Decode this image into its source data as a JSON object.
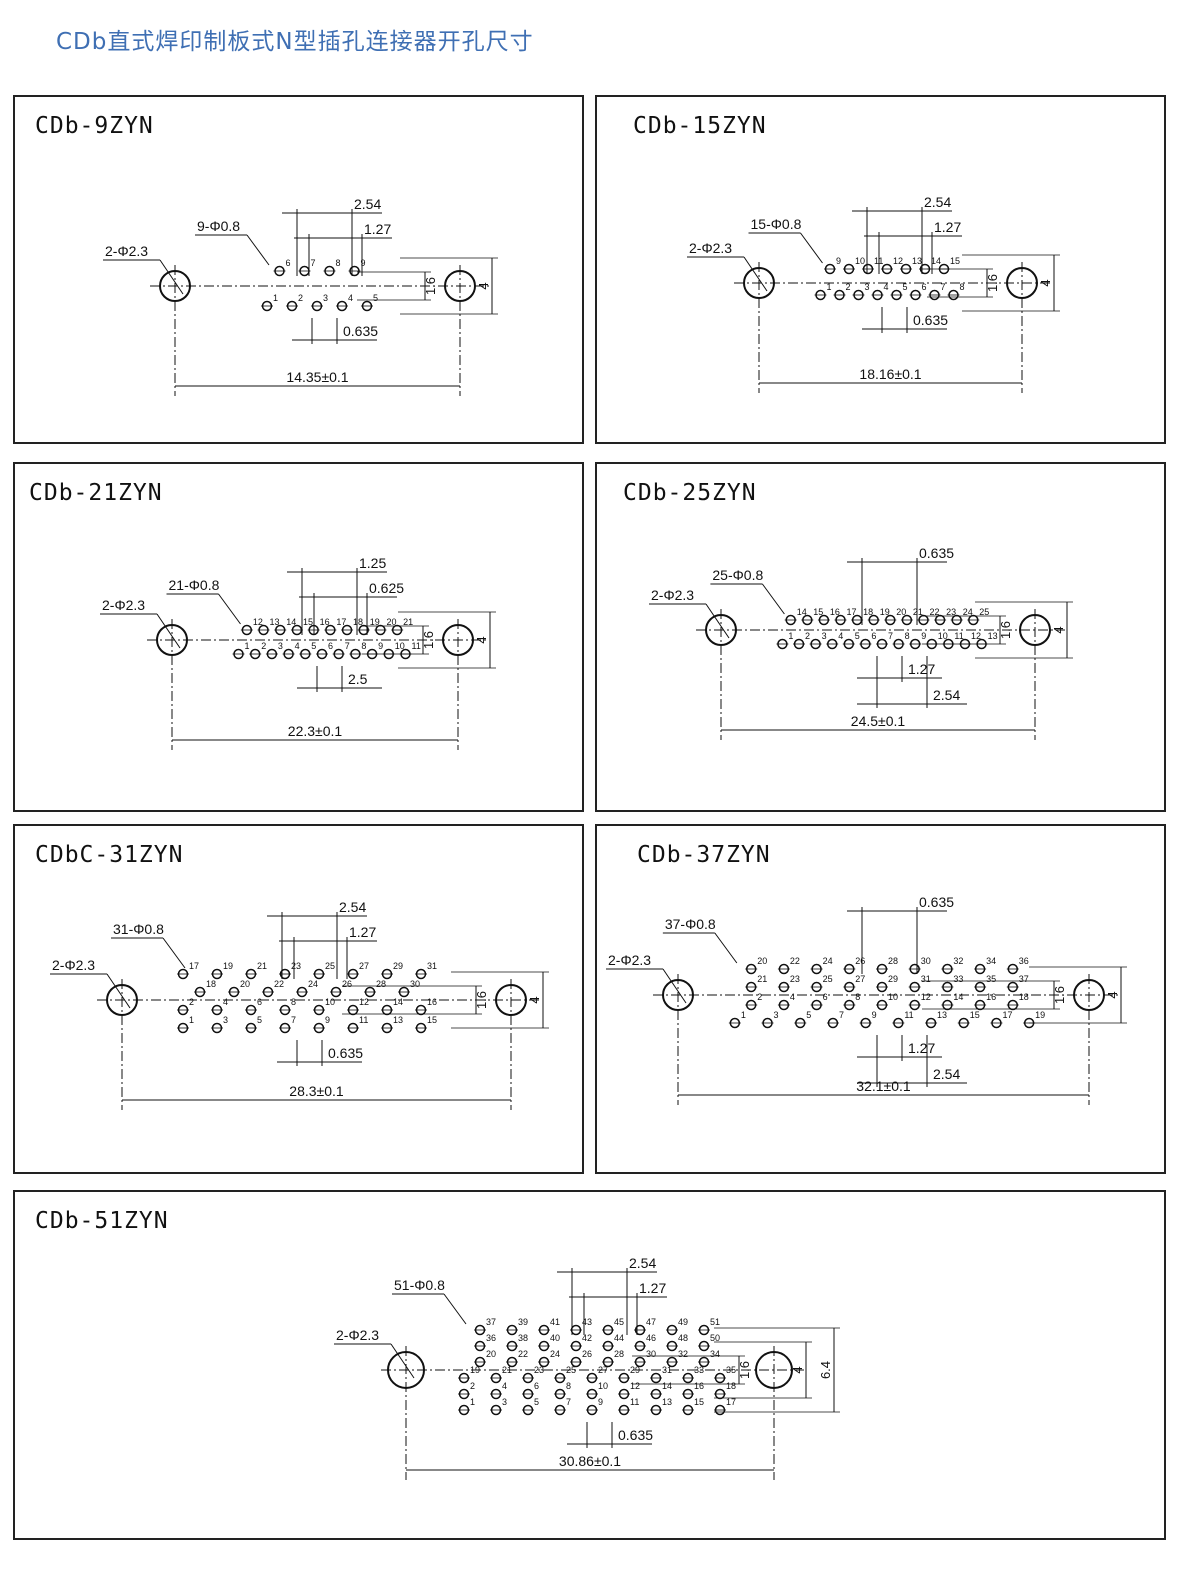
{
  "title": "CDb直式焊印制板式N型插孔连接器开孔尺寸",
  "panels": [
    {
      "name": "CDb-9ZYN",
      "hole_spec": "2-Φ2.3",
      "pin_spec": "9-Φ0.8",
      "span": "14.35±0.1",
      "dims_top": [
        "2.54",
        "1.27"
      ],
      "dims_bottom": [
        "0.635"
      ],
      "dims_vertical": [
        "1.6",
        "4"
      ],
      "rows": [
        [
          1,
          2,
          3,
          4,
          5
        ],
        [
          6,
          7,
          8,
          9
        ]
      ]
    },
    {
      "name": "CDb-15ZYN",
      "hole_spec": "2-Φ2.3",
      "pin_spec": "15-Φ0.8",
      "span": "18.16±0.1",
      "dims_top": [
        "2.54",
        "1.27"
      ],
      "dims_bottom": [
        "0.635"
      ],
      "dims_vertical": [
        "1.6",
        "4"
      ],
      "rows": [
        [
          1,
          2,
          3,
          4,
          5,
          6,
          7,
          8
        ],
        [
          9,
          10,
          11,
          12,
          13,
          14,
          15
        ]
      ]
    },
    {
      "name": "CDb-21ZYN",
      "hole_spec": "2-Φ2.3",
      "pin_spec": "21-Φ0.8",
      "span": "22.3±0.1",
      "dims_top": [
        "1.25",
        "0.625"
      ],
      "dims_bottom": [
        "2.5"
      ],
      "dims_vertical": [
        "1.6",
        "4"
      ],
      "rows": [
        [
          1,
          2,
          3,
          4,
          5,
          6,
          7,
          8,
          9,
          10,
          11
        ],
        [
          12,
          13,
          14,
          15,
          16,
          17,
          18,
          19,
          20,
          21
        ]
      ]
    },
    {
      "name": "CDb-25ZYN",
      "hole_spec": "2-Φ2.3",
      "pin_spec": "25-Φ0.8",
      "span": "24.5±0.1",
      "dims_top": [
        "0.635"
      ],
      "dims_bottom": [
        "1.27",
        "2.54"
      ],
      "dims_vertical": [
        "1.6",
        "4"
      ],
      "rows": [
        [
          1,
          2,
          3,
          4,
          5,
          6,
          7,
          8,
          9,
          10,
          11,
          12,
          13
        ],
        [
          14,
          15,
          16,
          17,
          18,
          19,
          20,
          21,
          22,
          23,
          24,
          25
        ]
      ]
    },
    {
      "name": "CDbC-31ZYN",
      "hole_spec": "2-Φ2.3",
      "pin_spec": "31-Φ0.8",
      "span": "28.3±0.1",
      "dims_top": [
        "2.54",
        "1.27"
      ],
      "dims_bottom": [
        "0.635"
      ],
      "dims_vertical": [
        "1.6",
        "4"
      ],
      "rows": [
        [
          1,
          3,
          5,
          7,
          9,
          11,
          13,
          15
        ],
        [
          2,
          4,
          6,
          8,
          10,
          12,
          14,
          16
        ],
        [
          18,
          20,
          22,
          24,
          26,
          28,
          30
        ],
        [
          17,
          19,
          21,
          23,
          25,
          27,
          29,
          31
        ]
      ]
    },
    {
      "name": "CDb-37ZYN",
      "hole_spec": "2-Φ2.3",
      "pin_spec": "37-Φ0.8",
      "span": "32.1±0.1",
      "dims_top": [
        "0.635"
      ],
      "dims_bottom": [
        "1.27",
        "2.54"
      ],
      "dims_vertical": [
        "1.6",
        "4"
      ],
      "rows": [
        [
          1,
          3,
          5,
          7,
          9,
          11,
          13,
          15,
          17,
          19
        ],
        [
          2,
          4,
          6,
          8,
          10,
          12,
          14,
          16,
          18
        ],
        [
          21,
          23,
          25,
          27,
          29,
          31,
          33,
          35,
          37
        ],
        [
          20,
          22,
          24,
          26,
          28,
          30,
          32,
          34,
          36
        ]
      ]
    },
    {
      "name": "CDb-51ZYN",
      "hole_spec": "2-Φ2.3",
      "pin_spec": "51-Φ0.8",
      "span": "30.86±0.1",
      "dims_top": [
        "2.54",
        "1.27"
      ],
      "dims_bottom": [
        "0.635"
      ],
      "dims_vertical": [
        "1.6",
        "4",
        "6.4"
      ],
      "rows": [
        [
          1,
          3,
          5,
          7,
          9,
          11,
          13,
          15,
          17
        ],
        [
          2,
          4,
          6,
          8,
          10,
          12,
          14,
          16,
          18
        ],
        [
          19,
          21,
          23,
          25,
          27,
          29,
          31,
          33,
          35
        ],
        [
          20,
          22,
          24,
          26,
          28,
          30,
          32,
          34
        ],
        [
          36,
          38,
          40,
          42,
          44,
          46,
          48,
          50
        ],
        [
          37,
          39,
          41,
          43,
          45,
          47,
          49,
          51
        ]
      ]
    }
  ]
}
